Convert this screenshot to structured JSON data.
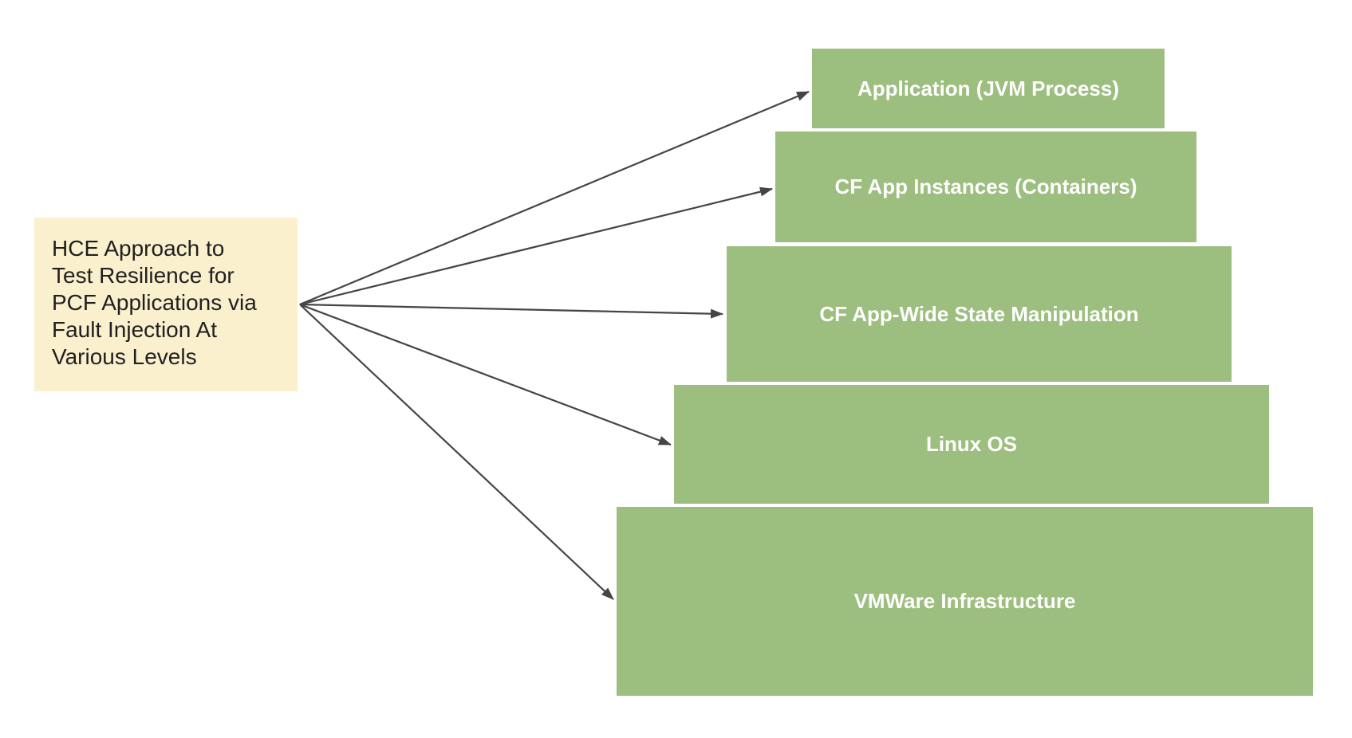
{
  "diagram": {
    "description": "HCE fault injection levels diagram",
    "note": {
      "text": "HCE Approach to Test Resilience for PCF Applications via Fault Injection At Various Levels",
      "lines": [
        "HCE Approach to",
        "Test Resilience for",
        "PCF Applications via",
        "Fault Injection At",
        "Various Levels"
      ]
    },
    "levels": [
      {
        "label": "Application (JVM Process)"
      },
      {
        "label": "CF App Instances (Containers)"
      },
      {
        "label": "CF App-Wide State Manipulation"
      },
      {
        "label": "Linux OS"
      },
      {
        "label": "VMWare Infrastructure"
      }
    ],
    "colors": {
      "level_fill": "#9cbe7e",
      "note_fill": "#faf0ce",
      "arrow": "#454545",
      "level_text": "#ffffff",
      "note_text": "#1f1f1f",
      "background": "#ffffff"
    }
  }
}
